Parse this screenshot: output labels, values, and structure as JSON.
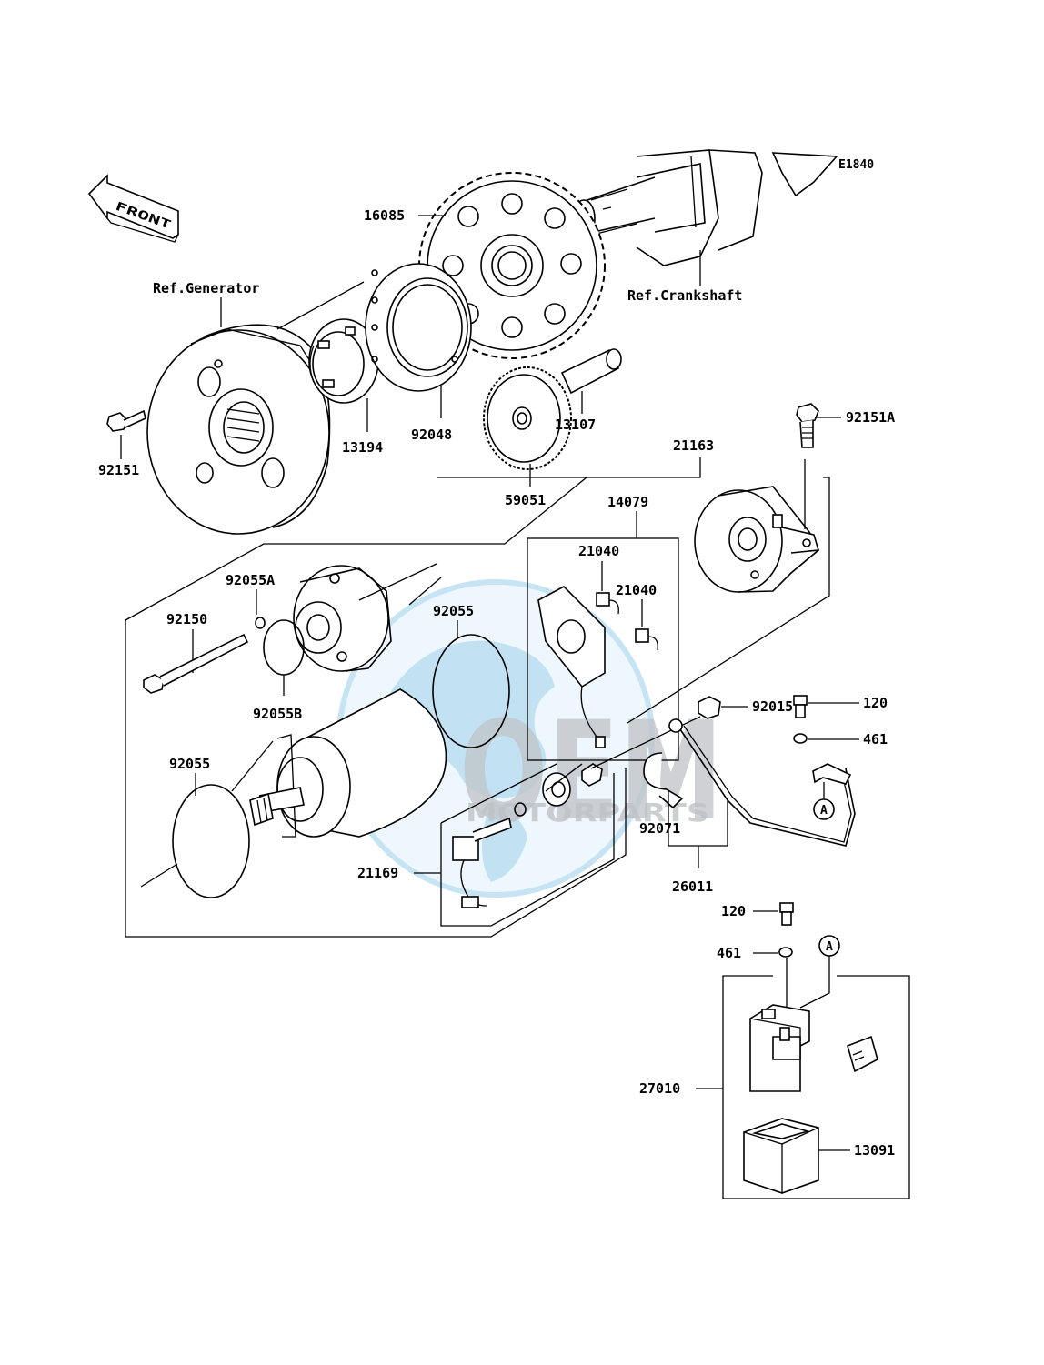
{
  "diagram_code": "E1840",
  "front_label": "FRONT",
  "references": {
    "generator": "Ref.Generator",
    "crankshaft": "Ref.Crankshaft"
  },
  "callout_letter": "A",
  "watermark": {
    "brand": "OEM",
    "sub": "MOTORPARTS",
    "colors": {
      "globe": "#8ec9ec",
      "letters": "#b8bcc0"
    }
  },
  "parts": {
    "p16085": "16085",
    "p92151": "92151",
    "p13194": "13194",
    "p92048": "92048",
    "p13107": "13107",
    "p59051": "59051",
    "p21163": "21163",
    "p92151A": "92151A",
    "p14079": "14079",
    "p21040a": "21040",
    "p21040b": "21040",
    "p92055A": "92055A",
    "p92150": "92150",
    "p92055top": "92055",
    "p92055B": "92055B",
    "p92055bottom": "92055",
    "p92015": "92015",
    "p120a": "120",
    "p461a": "461",
    "p92071": "92071",
    "p21169": "21169",
    "p26011": "26011",
    "p120b": "120",
    "p461b": "461",
    "p27010": "27010",
    "p13091": "13091"
  }
}
